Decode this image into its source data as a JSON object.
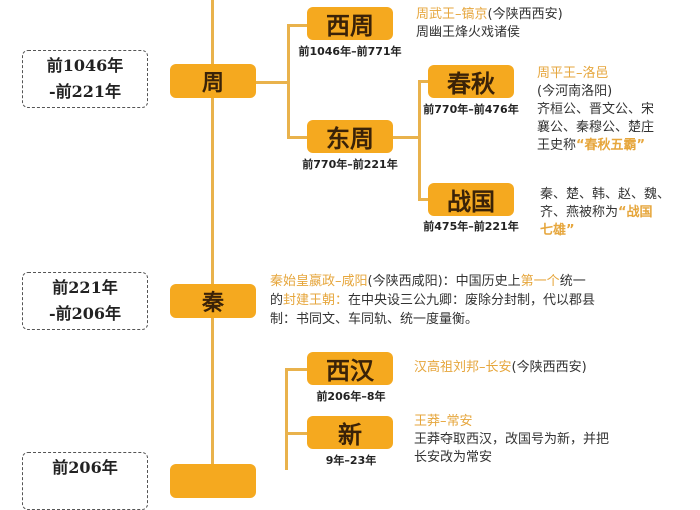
{
  "colors": {
    "box": "#f5a91f",
    "line": "#e9b24c",
    "highlight": "#e6a63c"
  },
  "zhou": {
    "label": "周",
    "range": [
      "前1046年",
      "-前221年"
    ],
    "western": {
      "label": "西周",
      "date": "前1046年–前771年",
      "capital": "周武王–镐京",
      "capital_note": "(今陕西西安)",
      "note": "周幽王烽火戏诸侯"
    },
    "eastern": {
      "label": "东周",
      "date": "前770年–前221年",
      "spring_autumn": {
        "label": "春秋",
        "date": "前770年–前476年",
        "capital": "周平王–洛邑",
        "lines": [
          "(今河南洛阳)",
          "齐桓公、晋文公、宋",
          "襄公、秦穆公、楚庄",
          "王史称"
        ],
        "highlight": "“春秋五霸”"
      },
      "warring": {
        "label": "战国",
        "date": "前475年–前221年",
        "lines": [
          "秦、楚、韩、赵、魏、",
          "齐、燕被称为"
        ],
        "highlight1": "“战国",
        "highlight2": "七雄”"
      }
    }
  },
  "qin": {
    "label": "秦",
    "range": [
      "前221年",
      "-前206年"
    ],
    "t1": "秦始皇嬴政–咸阳",
    "t2": "(今陕西咸阳)：中国历史上",
    "t3": "第一个",
    "t4": "统一",
    "t5": "的",
    "t6": "封建王朝：",
    "t7": "在中央设三公九卿：废除分封制，代以郡县",
    "t8": "制：书同文、车同轨、统一度量衡。"
  },
  "han": {
    "range_partial": "前206年",
    "western": {
      "label": "西汉",
      "date": "前206年–8年",
      "capital": "汉高祖刘邦–长安",
      "capital_note": "(今陕西西安)"
    },
    "xin": {
      "label": "新",
      "date": "9年–23年",
      "capital": "王莽–常安",
      "lines": [
        "王莽夺取西汉，改国号为新，并把",
        "长安改为常安"
      ]
    }
  }
}
